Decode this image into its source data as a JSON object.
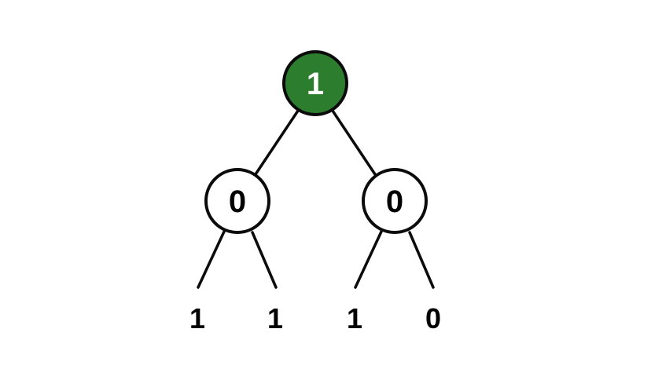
{
  "canvas": {
    "background": "#ffffff"
  },
  "colors": {
    "root_fill": "#2d7d2e",
    "root_text": "#ffffff",
    "child_fill": "#ffffff",
    "child_text": "#000000",
    "stroke": "#0b0b0b",
    "leaf_text": "#000000"
  },
  "tree": {
    "type": "binary-tree",
    "root": {
      "label": "1"
    },
    "left_child": {
      "label": "0"
    },
    "right_child": {
      "label": "0"
    },
    "leaves": [
      {
        "label": "1"
      },
      {
        "label": "1"
      },
      {
        "label": "1"
      },
      {
        "label": "0"
      }
    ]
  }
}
